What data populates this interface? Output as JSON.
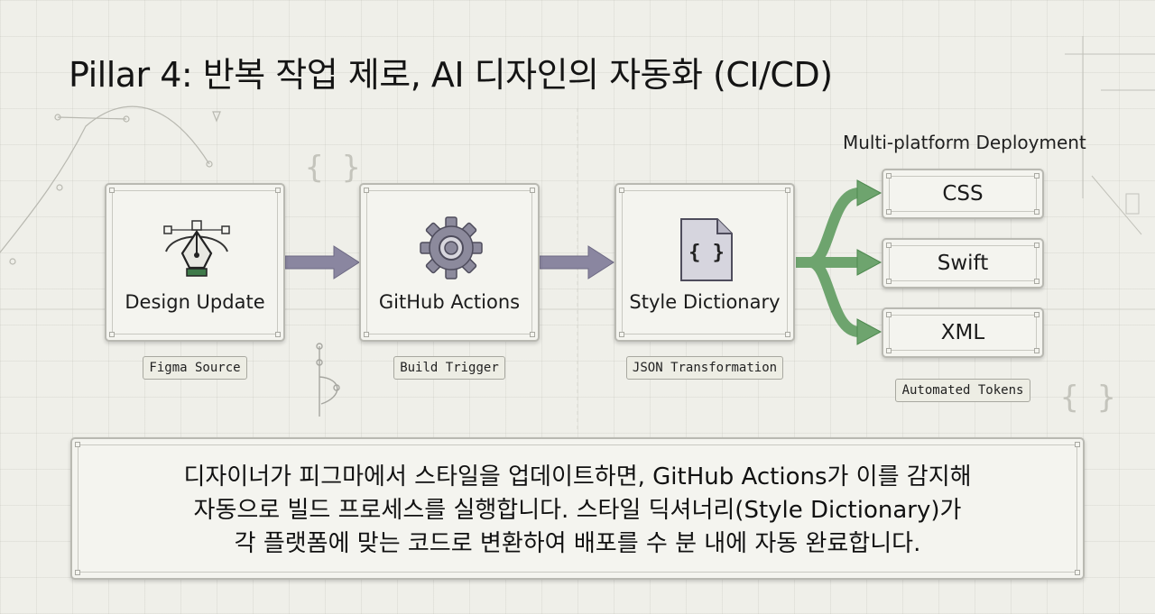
{
  "title": "Pillar 4: 반복 작업 제로, AI 디자인의 자동화 (CI/CD)",
  "pipeline": [
    {
      "label": "Design Update",
      "tag": "Figma Source",
      "icon": "pen-tool-icon"
    },
    {
      "label": "GitHub Actions",
      "tag": "Build Trigger",
      "icon": "gear-icon"
    },
    {
      "label": "Style Dictionary",
      "tag": "JSON Transformation",
      "icon": "json-file-icon"
    }
  ],
  "deployment": {
    "title": "Multi-platform Deployment",
    "targets": [
      "CSS",
      "Swift",
      "XML"
    ],
    "tag": "Automated Tokens"
  },
  "summary": {
    "line1": "디자이너가 피그마에서 스타일을 업데이트하면, GitHub Actions가 이를 감지해",
    "line2": "자동으로 빌드 프로세스를 실행합니다. 스타일 딕셔너리(Style Dictionary)가",
    "line3": "각 플랫폼에 맞는 코드로 변환하여 배포를 수 분 내에 자동 완료합니다."
  },
  "colors": {
    "arrow_purple": "#8a86a0",
    "arrow_green": "#6ea46e",
    "pen_green": "#3f7a4a"
  },
  "decorations": {
    "brace_glyph": "{ }"
  }
}
